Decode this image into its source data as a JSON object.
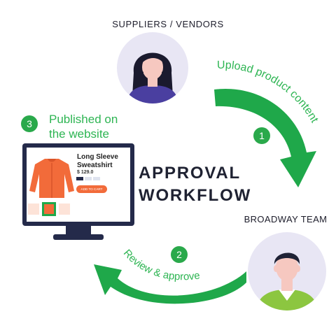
{
  "suppliers_label": "SUPPLIERS / VENDORS",
  "team_label": "BROADWAY TEAM",
  "title_line1": "APPROVAL",
  "title_line2": "WORKFLOW",
  "steps": [
    {
      "number": "1",
      "label": "Upload product content"
    },
    {
      "number": "2",
      "label": "Review & approve"
    },
    {
      "number": "3",
      "label_line1": "Published on",
      "label_line2": "the website"
    }
  ],
  "product": {
    "name_line1": "Long Sleeve",
    "name_line2": "Sweatshirt",
    "price": "$ 129.0",
    "cart_button": "ADD TO CART"
  },
  "colors": {
    "arrow": "#1fa84a",
    "step_circle": "#2aa94b",
    "avatar_bg": "#e8e6f4",
    "monitor": "#242a4a",
    "sweatshirt": "#f26b3a"
  }
}
